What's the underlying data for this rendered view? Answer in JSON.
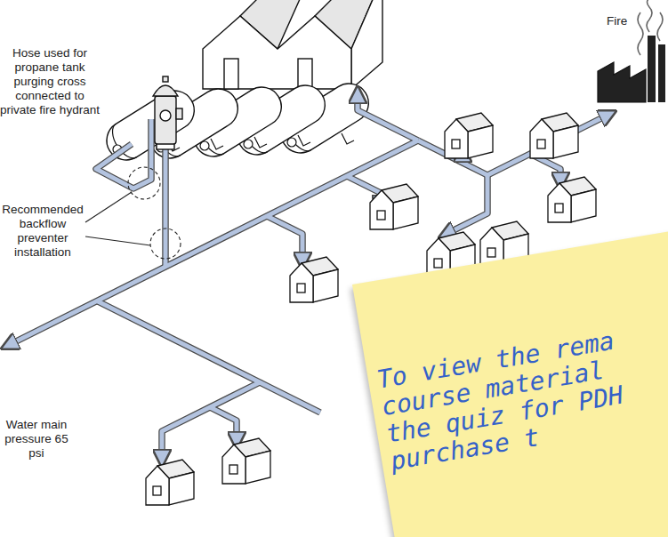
{
  "diagram": {
    "nodes": [
      {
        "text": [
          "To view the rema course material the quiz for PDH purchase t"
        ]
      }
    ],
    "labels": [
      "Hose used for propane tank purging cross connected to private fire hydrant",
      "Fire",
      "Recommended backflow preventer installation",
      "Water main pressure 65 psi"
    ]
  }
}
